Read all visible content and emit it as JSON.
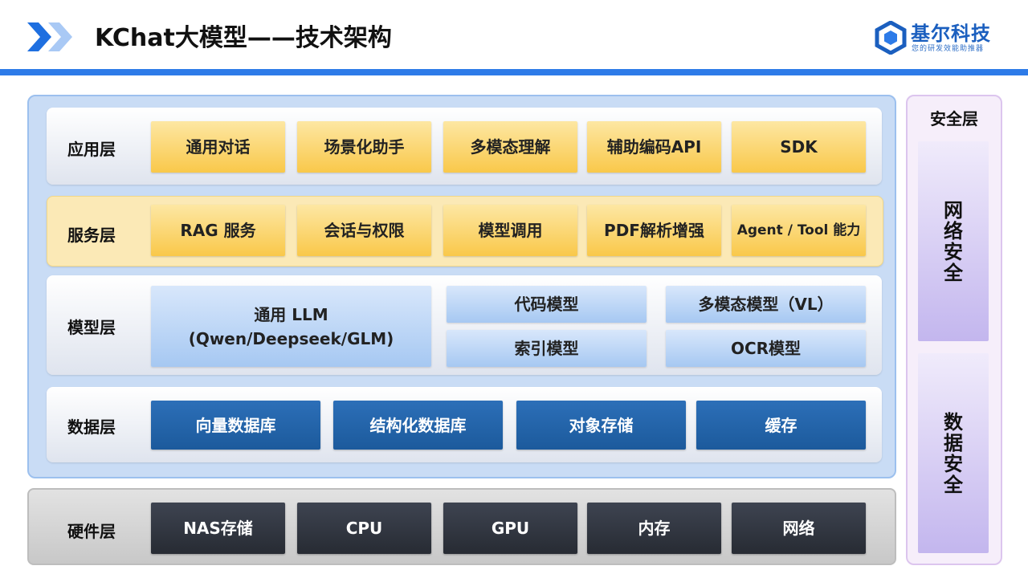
{
  "header": {
    "title": "KChat大模型——技术架构",
    "logo_name": "基尔科技",
    "logo_slogan": "您的研发效能助推器",
    "accent_color": "#2d7be8",
    "icons": [
      "double-chevron-icon",
      "logo-hexagon-icon"
    ]
  },
  "layers": {
    "application": {
      "label": "应用层",
      "items": [
        "通用对话",
        "场景化助手",
        "多模态理解",
        "辅助编码API",
        "SDK"
      ]
    },
    "service": {
      "label": "服务层",
      "items": [
        "RAG 服务",
        "会话与权限",
        "模型调用",
        "PDF解析增强",
        "Agent / Tool 能力"
      ]
    },
    "model": {
      "label": "模型层",
      "llm_line1": "通用 LLM",
      "llm_line2": "(Qwen/Deepseek/GLM)",
      "items": [
        "代码模型",
        "多模态模型（VL）",
        "索引模型",
        "OCR模型"
      ]
    },
    "data": {
      "label": "数据层",
      "items": [
        "向量数据库",
        "结构化数据库",
        "对象存储",
        "缓存"
      ]
    },
    "hardware": {
      "label": "硬件层",
      "items": [
        "NAS存储",
        "CPU",
        "GPU",
        "内存",
        "网络"
      ]
    }
  },
  "security": {
    "label": "安全层",
    "network": [
      "网",
      "络",
      "安",
      "全"
    ],
    "data": [
      "数",
      "据",
      "安",
      "全"
    ]
  }
}
